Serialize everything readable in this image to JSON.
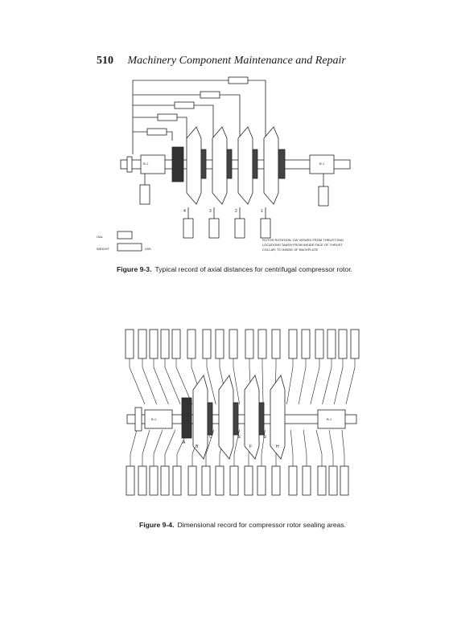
{
  "header": {
    "page_number": "510",
    "book_title": "Machinery Component Maintenance and Repair"
  },
  "figure_1": {
    "label": "Figure 9-3.",
    "caption": "Typical record of axial distances for centrifugal compressor rotor.",
    "bearing_label_left": "B.J.",
    "bearing_label_right": "B.J.",
    "stage_labels": [
      "4",
      "3",
      "2",
      "1"
    ],
    "field_labels": {
      "oal": "OAL",
      "weight": "WEIGHT",
      "lbs": "LBS."
    },
    "note_lines": [
      "ROTOR ROTATION: CW VIEWED FROM THRUST END",
      "LOCATIONS TAKEN FROM INSIDE FACE OF THRUST",
      "COLLAR, TO INSIDE OF BACKPLATE"
    ]
  },
  "figure_2": {
    "label": "Figure 9-4.",
    "caption": "Dimensional record for compressor rotor sealing areas.",
    "bearing_label_left": "B.J.",
    "bearing_label_right": "B.J.",
    "section_letters": [
      "A",
      "B",
      "C",
      "E",
      "F",
      "G",
      "H"
    ]
  }
}
